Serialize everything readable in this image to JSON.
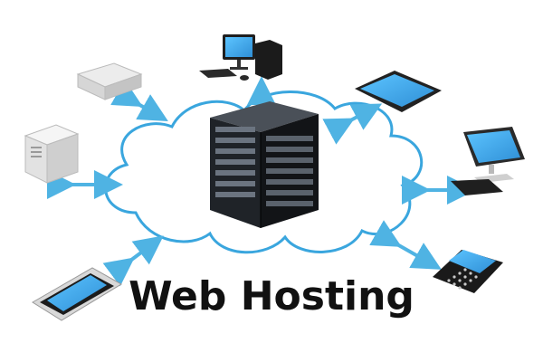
{
  "title": "Web Hosting",
  "colors": {
    "cloud_outline": "#3aa6de",
    "arrow_blue": "#4fb3e3",
    "screen_blue": "#3fa9f5",
    "server_dark": "#1c1f24",
    "text": "#111111"
  },
  "nodes": [
    {
      "name": "desktop-computer-icon",
      "connected_by": "arrow-up"
    },
    {
      "name": "network-switch-icon",
      "connected_by": "arrow-double"
    },
    {
      "name": "tower-server-icon",
      "connected_by": "arrow-double"
    },
    {
      "name": "tablet-icon",
      "connected_by": "arrow-double"
    },
    {
      "name": "monitor-computer-icon",
      "connected_by": "arrow-double"
    },
    {
      "name": "smartphone-icon",
      "connected_by": "arrow-double"
    },
    {
      "name": "blackberry-phone-icon",
      "connected_by": "arrow-double"
    }
  ],
  "center": {
    "name": "server-rack-icon"
  }
}
